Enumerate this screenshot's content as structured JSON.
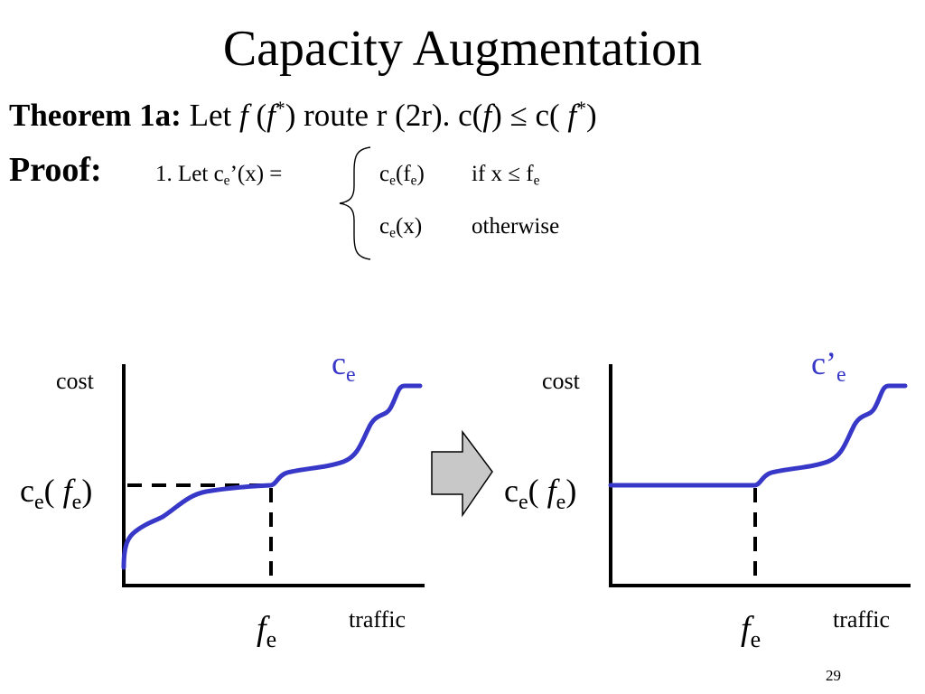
{
  "title": "Capacity Augmentation",
  "theorem": {
    "label": "Theorem 1a:",
    "let": "Let",
    "f": "f",
    "paren_open": "(",
    "f_star": "f",
    "star": "*",
    "route_text": ") route r (2r).  c(",
    "f2": "f",
    "leq_text": ") ≤ c( ",
    "f3": "f",
    "star2": "*",
    "close": ")"
  },
  "proof": {
    "label": "Proof:",
    "step_prefix": "1. Let c",
    "step_sub": "e",
    "step_suffix": "’(x) =",
    "case1_value_main": "c",
    "case1_value_sub": "e",
    "case1_value_mid": "(f",
    "case1_value_sub2": "e",
    "case1_value_end": ")",
    "case1_cond_main": "if x ≤ f",
    "case1_cond_sub": "e",
    "case2_value_main": "c",
    "case2_value_sub": "e",
    "case2_value_end": "(x)",
    "case2_cond": "otherwise"
  },
  "left_graph": {
    "y_label": "cost",
    "x_label": "traffic",
    "curve_label": "c",
    "curve_label_sub": "e",
    "level_label_c": "c",
    "level_label_sub": "e",
    "level_label_open": "( ",
    "level_label_f": "f",
    "level_label_f_sub": "e",
    "level_label_close": ")",
    "x_mark_f": "f",
    "x_mark_sub": "e"
  },
  "right_graph": {
    "y_label": "cost",
    "x_label": "traffic",
    "curve_label": "c’",
    "curve_label_sub": "e",
    "level_label_c": "c",
    "level_label_sub": "e",
    "level_label_open": "( ",
    "level_label_f": "f",
    "level_label_f_sub": "e",
    "level_label_close": ")",
    "x_mark_f": "f",
    "x_mark_sub": "e"
  },
  "slide_number": "29",
  "colors": {
    "curve": "#3737c8",
    "arrow_fill": "#c8c8c8",
    "arrow_stroke": "#000000"
  }
}
